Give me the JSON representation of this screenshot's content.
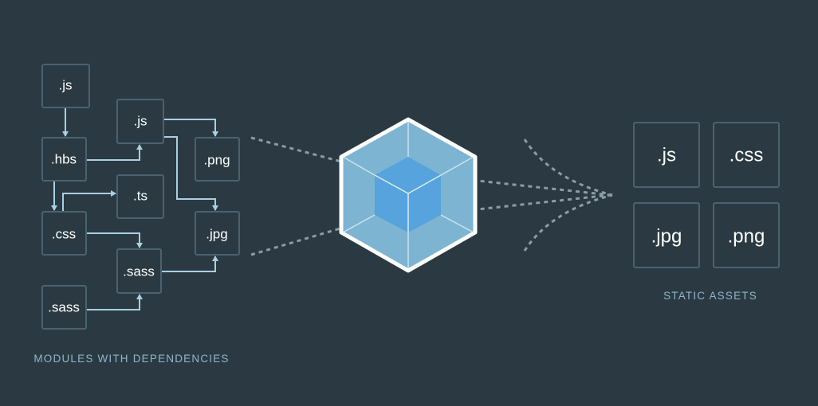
{
  "modules": {
    "caption": "MODULES WITH DEPENDENCIES",
    "items": [
      ".js",
      ".js",
      ".hbs",
      ".png",
      ".ts",
      ".css",
      ".jpg",
      ".sass",
      ".sass"
    ]
  },
  "assets": {
    "caption": "STATIC ASSETS",
    "items": [
      ".js",
      ".css",
      ".jpg",
      ".png"
    ]
  },
  "colors": {
    "background": "#2b3a42",
    "arrow": "#a9cfe3",
    "cube_inner": "#56a3dd",
    "cube_outer": "#7db4d1"
  }
}
